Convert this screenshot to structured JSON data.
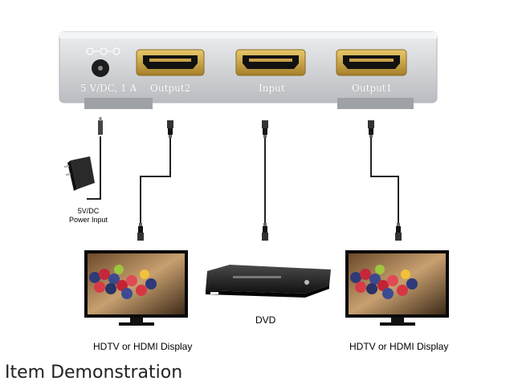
{
  "device": {
    "power_port_label": "5 V/DC, 1 A",
    "output2_label": "Output2",
    "input_label": "Input",
    "output1_label": "Output1",
    "colors": {
      "housing": "#d4d6d9",
      "hdmi_gold": "#c9a24a",
      "cable": "#222222"
    }
  },
  "power_adapter": {
    "caption_line1": "5V/DC",
    "caption_line2": "Power Input",
    "icon": "power-adapter-icon"
  },
  "left_display": {
    "caption": "HDTV or HDMI Display",
    "icon": "tv-icon"
  },
  "dvd_player": {
    "caption": "DVD",
    "icon": "dvd-player-icon"
  },
  "right_display": {
    "caption": "HDTV or HDMI Display",
    "icon": "tv-icon"
  },
  "page_title": "Item Demonstration"
}
